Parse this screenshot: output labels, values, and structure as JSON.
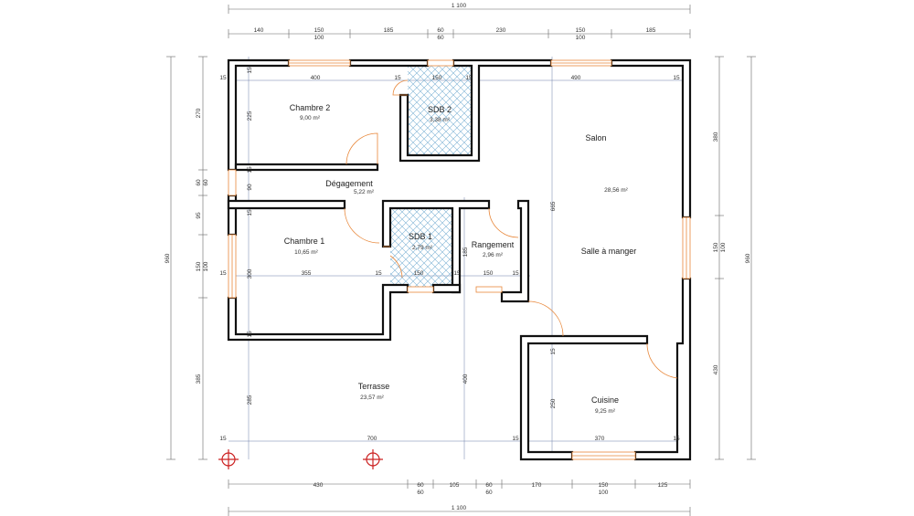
{
  "rooms": [
    {
      "name": "Chambre 2",
      "area": "9,00 m²"
    },
    {
      "name": "SDB 2",
      "area": "3,38 m²"
    },
    {
      "name": "Salon",
      "area": ""
    },
    {
      "name": "Dégagement",
      "area": "5,22 m²"
    },
    {
      "name": "",
      "area": "28,56 m²"
    },
    {
      "name": "Chambre 1",
      "area": "10,65 m²"
    },
    {
      "name": "SDB 1",
      "area": "2,79 m²"
    },
    {
      "name": "Rangement",
      "area": "2,96 m²"
    },
    {
      "name": "Salle à manger",
      "area": ""
    },
    {
      "name": "Terrasse",
      "area": "23,57 m²"
    },
    {
      "name": "Cuisine",
      "area": "9,25 m²"
    }
  ],
  "dimensions": {
    "top_total": "1 100",
    "top_segments": [
      "140",
      "150",
      "185",
      "60",
      "230",
      "150",
      "185"
    ],
    "top_openings": [
      "100",
      "60",
      "100"
    ],
    "bottom_segments": [
      "430",
      "60",
      "105",
      "60",
      "170",
      "150",
      "125"
    ],
    "bottom_openings": [
      "60",
      "60",
      "100"
    ],
    "bottom_total": "1 100",
    "left_total": "960",
    "left_segments": [
      "270",
      "60",
      "95",
      "150",
      "385"
    ],
    "left_openings": [
      "60",
      "100"
    ],
    "right_total": "960",
    "right_segments": [
      "380",
      "150",
      "430"
    ],
    "right_openings": [
      "100"
    ],
    "interior": {
      "row1": [
        "15",
        "400",
        "15",
        "150",
        "15",
        "490",
        "15"
      ],
      "row2": [
        "15",
        "355",
        "15",
        "150",
        "15",
        "150",
        "15"
      ],
      "row3": [
        "15",
        "700",
        "15",
        "370",
        "15"
      ],
      "vertical": [
        "15",
        "225",
        "15",
        "90",
        "15",
        "300",
        "15",
        "285",
        "185",
        "400",
        "665",
        "250",
        "15"
      ]
    }
  },
  "colors": {
    "wall": "#111111",
    "window": "#e8873a",
    "door": "#e8873a",
    "hatch": "#7fb3d5",
    "dimension": "#555555",
    "marker": "#cc2222"
  }
}
